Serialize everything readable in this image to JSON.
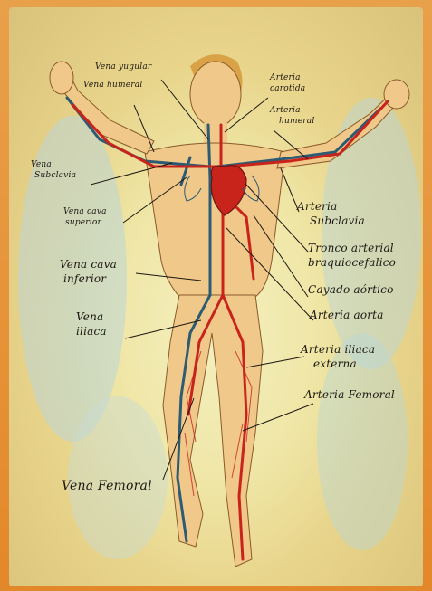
{
  "poster": {
    "labels": {
      "vena_yugular": "Vena yugular",
      "vena_humeral": "Vena humeral",
      "arteria_carotida_1": "Arteria",
      "arteria_carotida_2": "carotida",
      "arteria_humeral_1": "Arteria",
      "arteria_humeral_2": "humeral",
      "vena_subclavia_1": "Vena",
      "vena_subclavia_2": "Subclavia",
      "vena_cava_superior_1": "Vena cava",
      "vena_cava_superior_2": "superior",
      "arteria_subclavia_1": "Arteria",
      "arteria_subclavia_2": "Subclavia",
      "tronco_1": "Tronco arterial",
      "tronco_2": "braquiocefalico",
      "vena_cava_inferior_1": "Vena cava",
      "vena_cava_inferior_2": "inferior",
      "cayado_aortico": "Cayado aórtico",
      "arteria_aorta": "Arteria aorta",
      "vena_iliaca_1": "Vena",
      "vena_iliaca_2": "iliaca",
      "arteria_iliaca_1": "Arteria iliaca",
      "arteria_iliaca_2": "externa",
      "arteria_femoral": "Arteria Femoral",
      "vena_femoral": "Vena Femoral"
    },
    "colors": {
      "artery": "#c8241c",
      "vein": "#2d5b73",
      "skin": "#f0c98a",
      "background": "#efe6a6"
    }
  }
}
